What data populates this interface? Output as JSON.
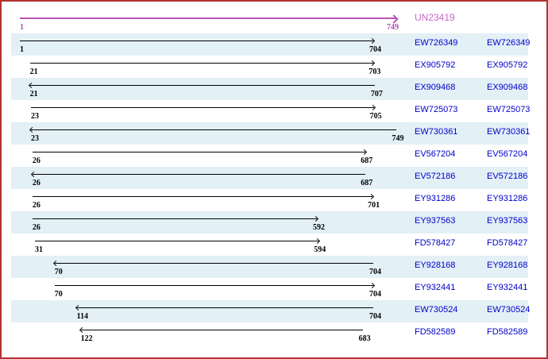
{
  "colors": {
    "background": "#ffffff",
    "border": "#b43232",
    "band": "#e3f0f6",
    "read_arrow": "#000000",
    "coordinate_text": "#000000",
    "accession_text": "#0000cc",
    "consensus_arrow": "#bb55bb",
    "consensus_text": "#c868c8",
    "consensus_coordinate_text": "#b44ab4"
  },
  "chart_data": {
    "type": "bar",
    "variant": "horizontal-alignment-spans",
    "title": "",
    "x_axis": {
      "min": 1,
      "max": 749
    },
    "legend": "none",
    "grid": false,
    "consensus": {
      "name": "UN23419",
      "start": 1,
      "end": 749,
      "direction": "right"
    },
    "reads": [
      {
        "accession": "EW726349",
        "start": 1,
        "end": 704,
        "direction": "right"
      },
      {
        "accession": "EX905792",
        "start": 21,
        "end": 703,
        "direction": "right"
      },
      {
        "accession": "EX909468",
        "start": 21,
        "end": 707,
        "direction": "left"
      },
      {
        "accession": "EW725073",
        "start": 23,
        "end": 705,
        "direction": "right"
      },
      {
        "accession": "EW730361",
        "start": 23,
        "end": 749,
        "direction": "left"
      },
      {
        "accession": "EV567204",
        "start": 26,
        "end": 687,
        "direction": "right"
      },
      {
        "accession": "EV572186",
        "start": 26,
        "end": 687,
        "direction": "left"
      },
      {
        "accession": "EY931286",
        "start": 26,
        "end": 701,
        "direction": "right"
      },
      {
        "accession": "EY937563",
        "start": 26,
        "end": 592,
        "direction": "right"
      },
      {
        "accession": "FD578427",
        "start": 31,
        "end": 594,
        "direction": "right"
      },
      {
        "accession": "EY928168",
        "start": 70,
        "end": 704,
        "direction": "left"
      },
      {
        "accession": "EY932441",
        "start": 70,
        "end": 704,
        "direction": "right"
      },
      {
        "accession": "EW730524",
        "start": 114,
        "end": 704,
        "direction": "left"
      },
      {
        "accession": "FD582589",
        "start": 122,
        "end": 683,
        "direction": "left"
      }
    ]
  }
}
